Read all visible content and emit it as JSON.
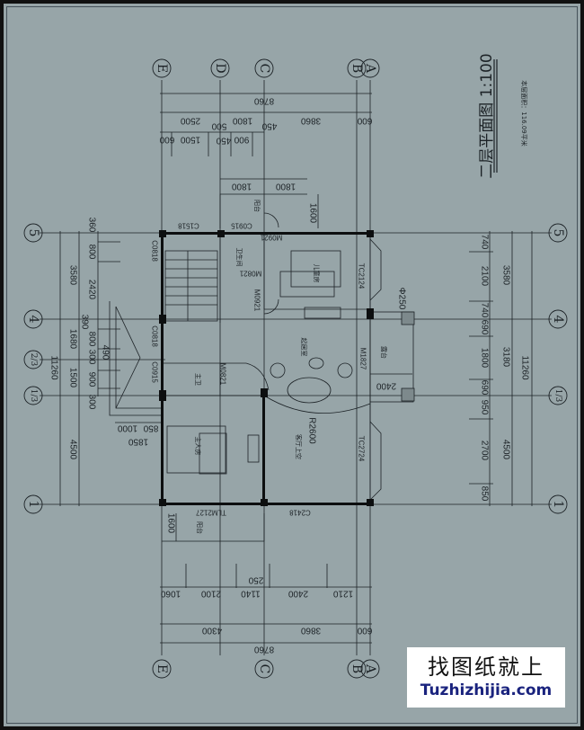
{
  "drawing": {
    "title": "二层平面图 1:100",
    "area_note": "本层面积：116.09平米",
    "background_color": "#97a5a8",
    "line_color": "#1c2226"
  },
  "axes": {
    "top": [
      "E",
      "D",
      "C",
      "B",
      "A"
    ],
    "bottom": [
      "E",
      "C",
      "B",
      "A"
    ],
    "left": [
      "5",
      "4",
      "2/3",
      "1/3",
      "1"
    ],
    "right": [
      "5",
      "4",
      "1/3",
      "1"
    ]
  },
  "dimensions": {
    "top_total": "8760",
    "top_row2": [
      "2500",
      "1800",
      "3860",
      "600"
    ],
    "top_row3": [
      "600",
      "1500",
      "500",
      "450",
      "900",
      "450"
    ],
    "top_balcony": [
      "1800",
      "1800"
    ],
    "left_total": "11260",
    "left_row2": [
      "3580",
      "1680",
      "1500",
      "4500"
    ],
    "left_row3": [
      "360",
      "800",
      "2420",
      "390",
      "800",
      "300",
      "490",
      "900",
      "300"
    ],
    "left_bottom": [
      "850",
      "1000",
      "1850"
    ],
    "right_total": "11260",
    "right_row2": [
      "3580",
      "3180",
      "4500"
    ],
    "right_row3": [
      "740",
      "2100",
      "740",
      "690",
      "1800",
      "690",
      "950",
      "2700",
      "850"
    ],
    "bottom_total": "8760",
    "bottom_row2": [
      "4300",
      "3860",
      "600"
    ],
    "bottom_row3": [
      "1060",
      "2100",
      "1140",
      "250",
      "2400",
      "1210"
    ],
    "balcony_top": "1600",
    "balcony_bottom": "1600",
    "terrace_width": "2400",
    "column_dia": "Φ250",
    "arc_radius": "R2600"
  },
  "openings": {
    "c1518": "C1518",
    "c0915_top": "C0915",
    "c0818_a": "C0818",
    "c0818_b": "C0818",
    "c0915_left": "C0915",
    "m0921_a": "M0921",
    "m0921_b": "M0921",
    "m0821_a": "M0821",
    "m0821_b": "M0821",
    "tc2124": "TC2124",
    "m1827": "M1827",
    "tc2724": "TC2724",
    "c2418": "C2418",
    "tlm2127": "TLM2127"
  },
  "rooms": {
    "balcony_top": "阳台",
    "bathroom_top": "卫生间",
    "kids_room": "儿童房",
    "living": "起居室",
    "terrace": "露台",
    "master_bath": "主卫",
    "master_bed": "主人房",
    "void": "客厅上空",
    "balcony_bottom": "阳台"
  },
  "watermark": {
    "line1": "找图纸就上",
    "line2": "Tuzhizhijia.com"
  }
}
